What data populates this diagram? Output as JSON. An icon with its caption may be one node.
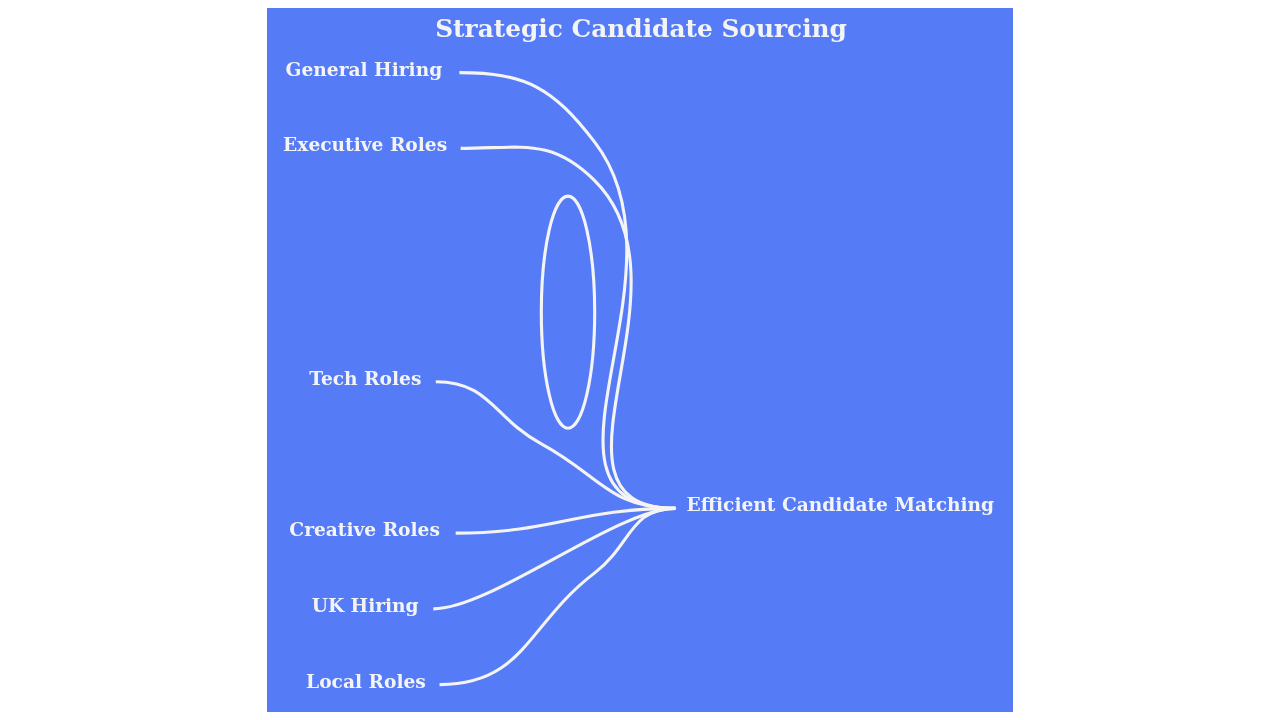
{
  "diagram": {
    "title": "Strategic Candidate Sourcing",
    "nodes": [
      {
        "text": [
          "General Hiring"
        ]
      },
      {
        "text": [
          "Executive Roles"
        ]
      },
      {
        "text": [
          "Tech Roles"
        ]
      },
      {
        "text": [
          "Creative Roles"
        ]
      },
      {
        "text": [
          "UK Hiring"
        ]
      },
      {
        "text": [
          "Local Roles"
        ]
      },
      {
        "text": [],
        "shape": "ellipse"
      },
      {
        "text": [
          "Efficient Candidate Matching"
        ]
      }
    ],
    "edges": [
      {
        "from": 0,
        "to": 7,
        "arrow": "none"
      },
      {
        "from": 1,
        "to": 7,
        "arrow": "none"
      },
      {
        "from": 2,
        "to": 7,
        "arrow": "none"
      },
      {
        "from": 3,
        "to": 7,
        "arrow": "none"
      },
      {
        "from": 4,
        "to": 7,
        "arrow": "none"
      },
      {
        "from": 5,
        "to": 7,
        "arrow": "none"
      }
    ]
  }
}
